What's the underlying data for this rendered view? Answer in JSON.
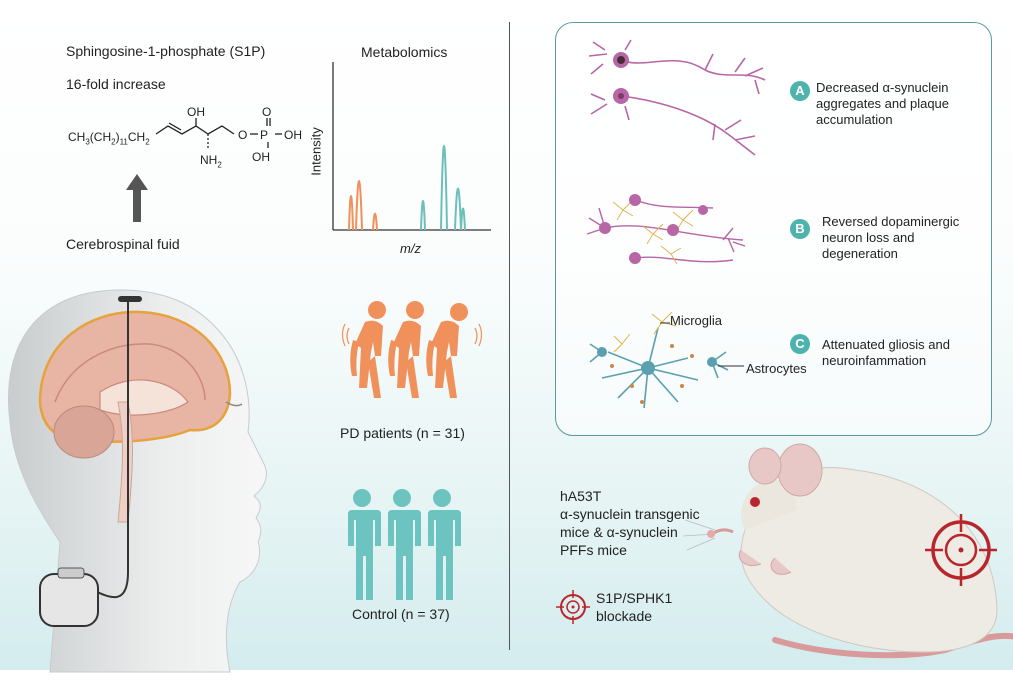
{
  "s1p": {
    "title": "Sphingosine-1-phosphate (S1P)",
    "fold": "16-fold increase",
    "source": "Cerebrospinal fuid",
    "formula": {
      "chain": "CH",
      "sub3": "3",
      "ch2": "(CH",
      "sub2": "2",
      "close": ")",
      "sub11": "11",
      "tail": "CH",
      "sub2b": "2",
      "oh1": "OH",
      "nh2": "NH",
      "nh2sub": "2",
      "o": "O",
      "p": "P",
      "oh2": "OH",
      "oh3": "OH",
      "dblo": "O"
    }
  },
  "metabolomics": {
    "title": "Metabolomics",
    "ylabel": "Intensity",
    "xlabel": "m/z"
  },
  "groups": {
    "pd": "PD patients (n = 31)",
    "control": "Control (n = 37)"
  },
  "findings": [
    {
      "letter": "A",
      "text": "Decreased α-synuclein aggregates and plaque accumulation"
    },
    {
      "letter": "B",
      "text": "Reversed dopaminergic neuron loss and degeneration"
    },
    {
      "letter": "C",
      "text": "Attenuated gliosis and neuroinfammation"
    }
  ],
  "cells": {
    "microglia": "Microglia",
    "astrocytes": "Astrocytes"
  },
  "mice": {
    "line1": "hA53T",
    "line2": "α-synuclein transgenic",
    "line3": "mice & α-synuclein",
    "line4": "PFFs mice"
  },
  "blockade": {
    "line1": "S1P/SPHK1",
    "line2": "blockade"
  },
  "colors": {
    "teal": "#4fb3ad",
    "orange": "#f0915c",
    "red": "#b8262b",
    "neuron": "#b766a6"
  }
}
